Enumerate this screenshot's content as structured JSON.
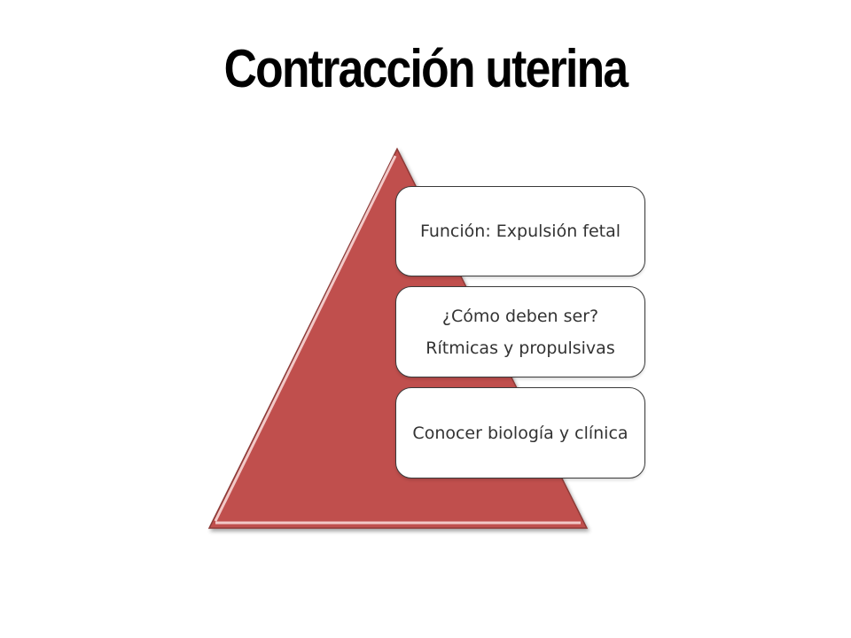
{
  "slide": {
    "title": "Contracción uterina"
  },
  "pyramid": {
    "fill_color": "#c0504d",
    "highlight_color": "#f2c9c8",
    "cards": [
      {
        "text": "Función: Expulsión fetal"
      },
      {
        "text": "¿Cómo deben ser?",
        "subtext": "Rítmicas y propulsivas"
      },
      {
        "text": "Conocer biología y clínica"
      }
    ]
  }
}
